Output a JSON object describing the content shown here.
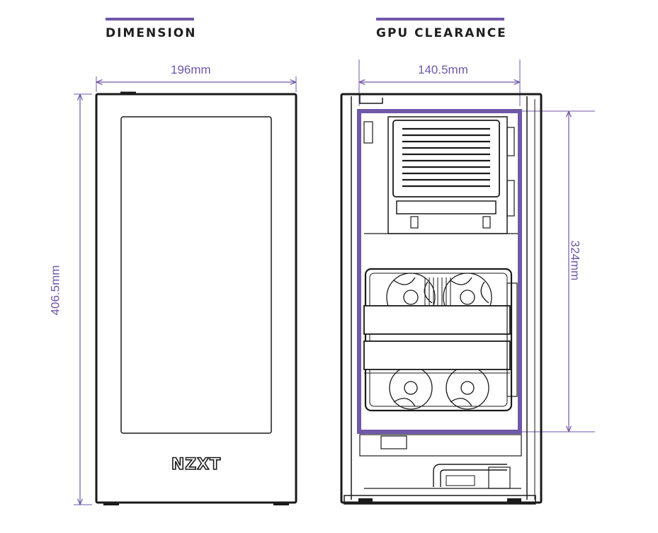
{
  "sections": {
    "dimension": {
      "title": "DIMENSION"
    },
    "gpu_clearance": {
      "title": "GPU CLEARANCE"
    }
  },
  "dimensions": {
    "case_width": "196mm",
    "case_height": "406.5mm",
    "gpu_width": "140.5mm",
    "gpu_length": "324mm"
  },
  "front_panel": {
    "logo": "NZXT"
  },
  "colors": {
    "accent": "#7058a8",
    "line": "#1a1a1a"
  }
}
